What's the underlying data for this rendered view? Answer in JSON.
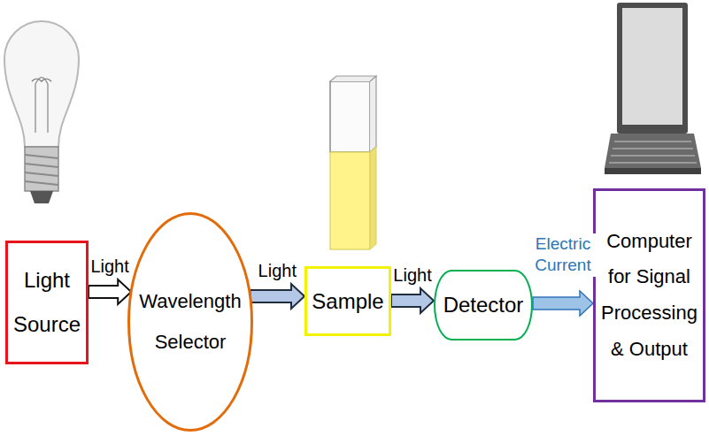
{
  "diagram": {
    "nodes": [
      {
        "text": [
          "Light Source"
        ]
      },
      {
        "text": [
          "Wavelength Selector"
        ]
      },
      {
        "text": [
          "Sample"
        ]
      },
      {
        "text": [
          "Detector"
        ]
      },
      {
        "text": [
          "Computer for Signal Processing & Output"
        ]
      }
    ],
    "edges": [
      {
        "from": 0,
        "to": 1,
        "arrow": "to",
        "label": "Light"
      },
      {
        "from": 1,
        "to": 2,
        "arrow": "to",
        "label": "Light"
      },
      {
        "from": 2,
        "to": 3,
        "arrow": "to",
        "label": "Light"
      },
      {
        "from": 3,
        "to": 4,
        "arrow": "to",
        "label": "Electric Current"
      }
    ]
  }
}
